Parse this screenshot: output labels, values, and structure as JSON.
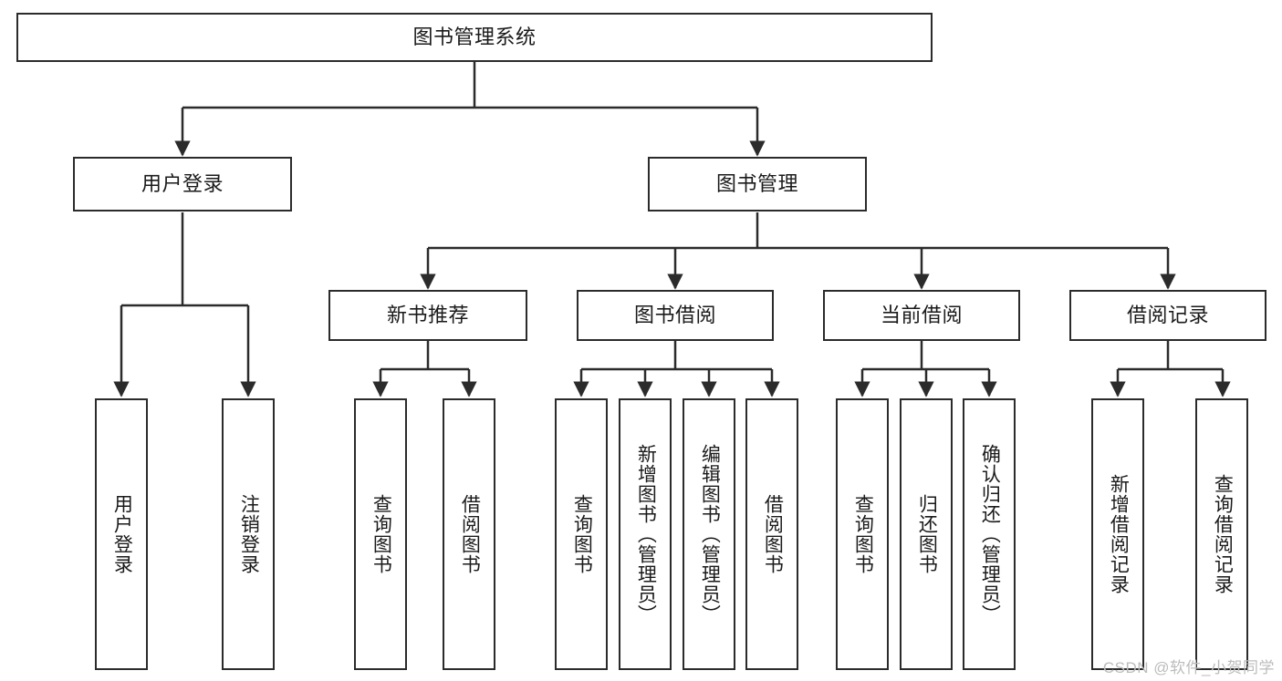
{
  "diagram": {
    "title": "图书管理系统",
    "type": "tree",
    "root": {
      "label": "图书管理系统"
    },
    "level2": [
      {
        "label": "用户登录"
      },
      {
        "label": "图书管理"
      }
    ],
    "level3": [
      {
        "label": "新书推荐"
      },
      {
        "label": "图书借阅"
      },
      {
        "label": "当前借阅"
      },
      {
        "label": "借阅记录"
      }
    ],
    "leaves": {
      "user_login": [
        {
          "label": "用户登录"
        },
        {
          "label": "注销登录"
        }
      ],
      "new_book_recommend": [
        {
          "label": "查询图书"
        },
        {
          "label": "借阅图书"
        }
      ],
      "book_borrow": [
        {
          "label": "查询图书"
        },
        {
          "label": "新增图书（管理员）"
        },
        {
          "label": "编辑图书（管理员）"
        },
        {
          "label": "借阅图书"
        }
      ],
      "current_borrow": [
        {
          "label": "查询图书"
        },
        {
          "label": "归还图书"
        },
        {
          "label": "确认归还（管理员）"
        }
      ],
      "borrow_record": [
        {
          "label": "新增借阅记录"
        },
        {
          "label": "查询借阅记录"
        }
      ]
    }
  },
  "watermark": {
    "text": "CSDN @软件_小贺同学"
  },
  "colors": {
    "stroke": "#2b2b2b",
    "background": "#ffffff",
    "text": "#1a1a1a",
    "watermark": "#bcbcbc"
  }
}
